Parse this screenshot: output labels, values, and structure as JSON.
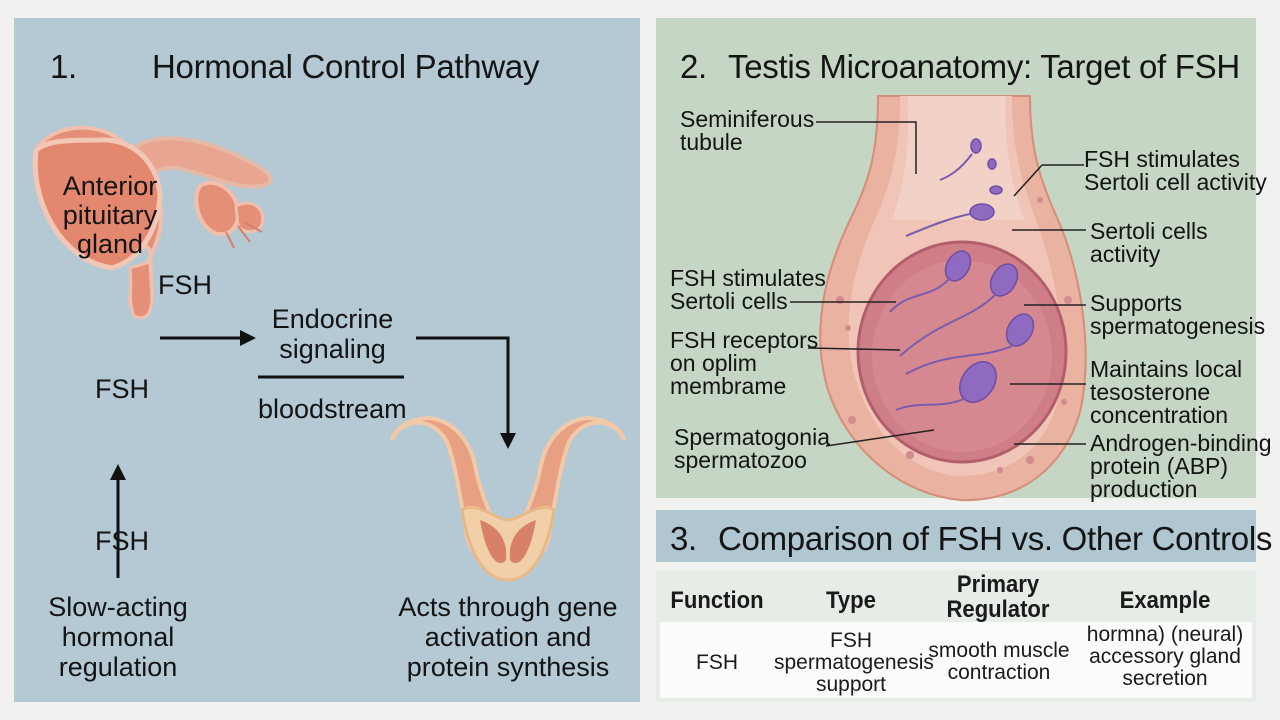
{
  "panel1": {
    "number": "1.",
    "title": "Hormonal Control Pathway",
    "gland_label": [
      "Anterior",
      "pituitary",
      "gland"
    ],
    "fsh_top": "FSH",
    "endocrine": [
      "Endocrine",
      "signaling"
    ],
    "bloodstream": "bloodstream",
    "fsh_mid": "FSH",
    "fsh_low": "FSH",
    "slow_acting": [
      "Slow-acting",
      "hormonal",
      "regulation"
    ],
    "acts_through": [
      "Acts through gene",
      "activation and",
      "protein synthesis"
    ]
  },
  "panel2": {
    "number": "2.",
    "title": "Testis Microanatomy: Target of FSH",
    "left_labels": {
      "seminiferous": [
        "Seminiferous",
        "tubule"
      ],
      "fsh_stim_sertoli": [
        "FSH stimulates",
        "Sertoli cells"
      ],
      "receptors": [
        "FSH receptors",
        "on oplim",
        "membrame"
      ],
      "spermatogonia": [
        "Spermatogonia",
        "spermatozoo"
      ]
    },
    "right_labels": {
      "fsh_stim_activity": [
        "FSH stimulates",
        "Sertoli cell activity"
      ],
      "sertoli_activity": [
        "Sertoli cells",
        "activity"
      ],
      "supports": [
        "Supports",
        "spermatogenesis"
      ],
      "testosterone": [
        "Maintains local",
        "tesosterone",
        "concentration"
      ],
      "abp": [
        "Androgen-binding",
        "protein (ABP)",
        "production"
      ]
    }
  },
  "panel3": {
    "number": "3.",
    "title": "Comparison of FSH vs. Other Controls",
    "headers": [
      [
        "Function"
      ],
      [
        "Type"
      ],
      [
        "Primary",
        "Regulator"
      ],
      [
        "Example"
      ]
    ],
    "row": {
      "function": [
        "FSH"
      ],
      "type": [
        "FSH",
        "spermatogenesis",
        "support"
      ],
      "regulator": [
        "smooth muscle",
        "contraction"
      ],
      "example": [
        "hormna) (neural)",
        "accessory gland",
        "secretion"
      ]
    }
  }
}
